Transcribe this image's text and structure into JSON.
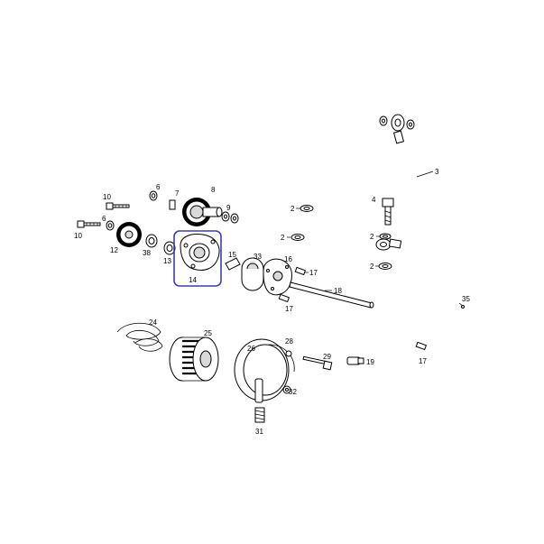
{
  "highlight_color": "#3b3fa8",
  "labels": {
    "l2a": "2",
    "l2b": "2",
    "l2c": "2",
    "l2d": "2",
    "l3": "3",
    "l4": "4",
    "l6": "6",
    "l6b": "6",
    "l7": "7",
    "l8": "8",
    "l9": "9",
    "l10a": "10",
    "l10b": "10",
    "l12": "12",
    "l13": "13",
    "l14": "14",
    "l15": "15",
    "l16": "16",
    "l17a": "17",
    "l17b": "17",
    "l17c": "17",
    "l18": "18",
    "l19": "19",
    "l24": "24",
    "l25": "25",
    "l26": "26",
    "l28": "28",
    "l29": "29",
    "l31": "31",
    "l32": "32",
    "l33": "33",
    "l35": "35",
    "l38": "38"
  }
}
